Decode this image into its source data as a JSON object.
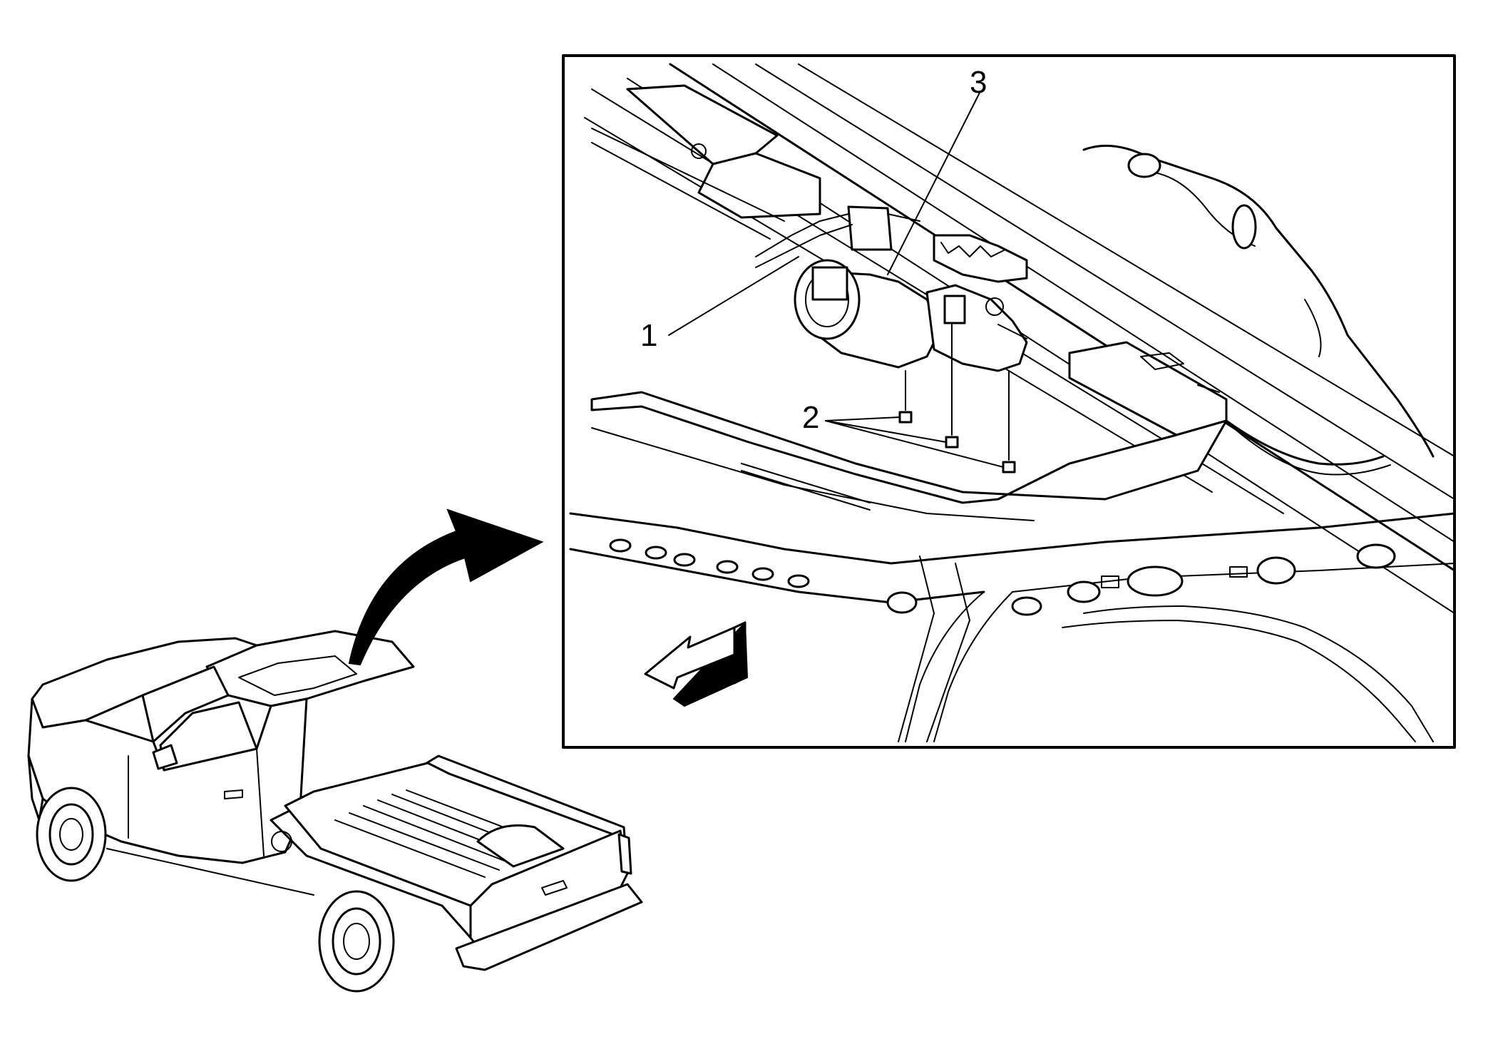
{
  "callouts": {
    "c1": "1",
    "c2": "2",
    "c3": "3"
  },
  "icons": {
    "truck": "pickup-truck-icon",
    "pointer": "curved-pointer-arrow-icon",
    "front": "front-direction-arrow-icon"
  },
  "colors": {
    "line": "#000000",
    "background": "#ffffff"
  }
}
